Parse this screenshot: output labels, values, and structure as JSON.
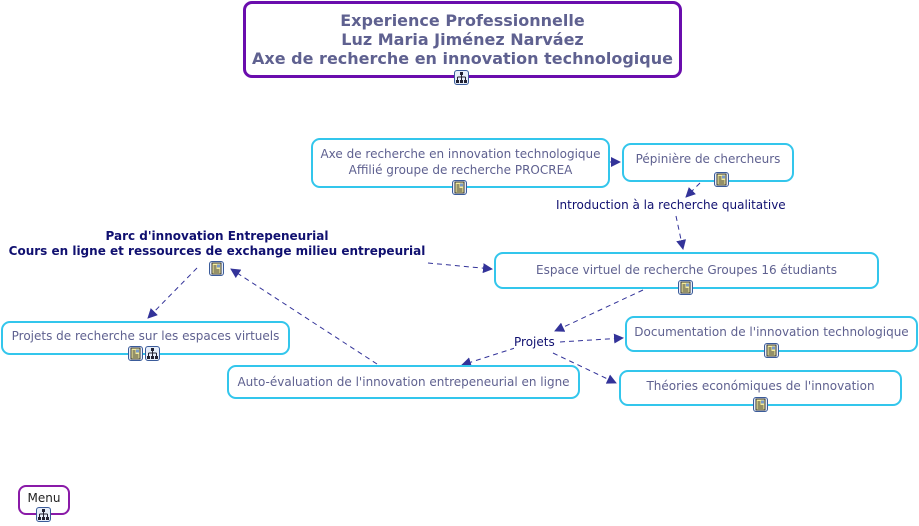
{
  "title": {
    "line1": "Experience Professionnelle",
    "line2": "Luz Maria Jiménez Narváez",
    "line3": "Axe de recherche en innovation technologique"
  },
  "nodes": {
    "axe": {
      "line1": "Axe de recherche en innovation technologique",
      "line2": "Affilié groupe de recherche PROCREA"
    },
    "pepiniere": "Pépinière de chercheurs",
    "espace": "Espace virtuel de recherche Groupes 16 étudiants",
    "projets_recherche": "Projets de recherche sur les espaces virtuels",
    "documentation": "Documentation de l'innovation technologique",
    "auto": "Auto-évaluation de l'innovation entrepeneurial en ligne",
    "theories": "Théories económiques de l'innovation"
  },
  "link_labels": {
    "intro": "Introduction à la recherche qualitative",
    "projets": "Projets",
    "parc_line1": "Parc d'innovation Entrepeneurial",
    "parc_line2": "Cours en ligne et ressources de exchange milieu entrepeurial"
  },
  "menu": {
    "label": "Menu"
  },
  "colors": {
    "node_border": "#33c6ec",
    "title_border": "#6a0dad",
    "link": "#333399",
    "label": "#101070"
  }
}
